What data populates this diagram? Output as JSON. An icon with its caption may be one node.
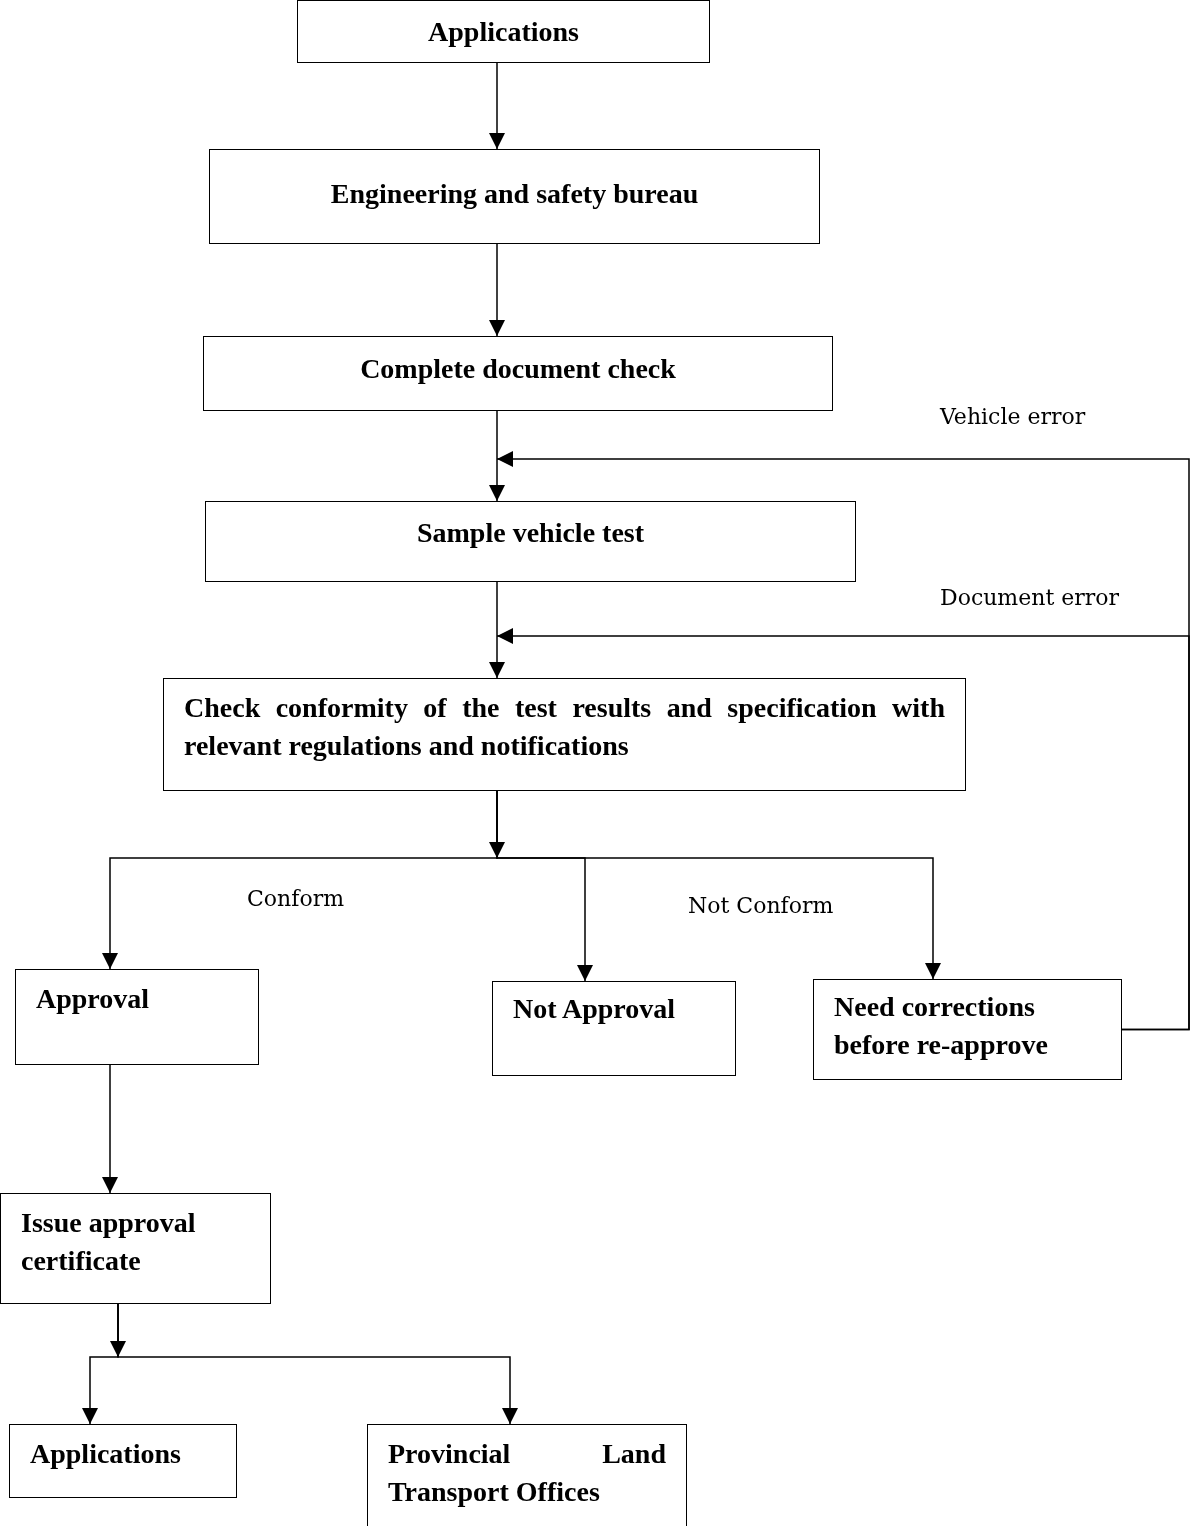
{
  "diagram": {
    "nodes": [
      {
        "text": [
          "Applications"
        ]
      },
      {
        "text": [
          "Engineering and safety bureau"
        ]
      },
      {
        "text": [
          "Complete document check"
        ]
      },
      {
        "text": [
          "Sample vehicle test"
        ]
      },
      {
        "text": [
          "Check conformity of the test results and specification with relevant regulations and notifications"
        ]
      },
      {
        "text": [
          "Approval"
        ]
      },
      {
        "text": [
          "Not Approval"
        ]
      },
      {
        "text": [
          "Need corrections before re-approve"
        ]
      },
      {
        "text": [
          "Issue approval certificate"
        ]
      },
      {
        "text": [
          "Applications"
        ]
      },
      {
        "text": [
          "Provincial Land Transport Offices"
        ]
      }
    ],
    "edges": [
      {
        "from": 0,
        "to": 1,
        "arrow": "to"
      },
      {
        "from": 1,
        "to": 2,
        "arrow": "to"
      },
      {
        "from": 2,
        "to": 3,
        "arrow": "to"
      },
      {
        "from": 3,
        "to": 4,
        "arrow": "to"
      },
      {
        "from": 4,
        "to": 5,
        "arrow": "to",
        "label": "Conform"
      },
      {
        "from": 4,
        "to": 6,
        "arrow": "to",
        "label": "Not Conform"
      },
      {
        "from": 4,
        "to": 7,
        "arrow": "to"
      },
      {
        "from": 5,
        "to": 8,
        "arrow": "to"
      },
      {
        "from": 8,
        "to": 9,
        "arrow": "to"
      },
      {
        "from": 8,
        "to": 10,
        "arrow": "to"
      },
      {
        "from": 7,
        "to": 3,
        "arrow": "to",
        "label": "Vehicle error"
      },
      {
        "from": 7,
        "to": 4,
        "arrow": "to",
        "label": "Document error"
      }
    ]
  }
}
